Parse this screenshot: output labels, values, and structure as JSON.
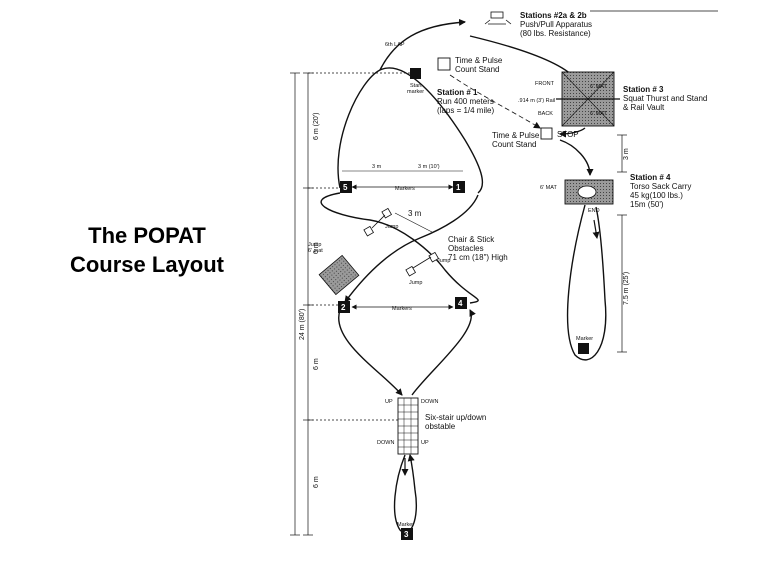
{
  "slide": {
    "title_line1": "The POPAT",
    "title_line2": "Course Layout"
  },
  "labels": {
    "lap": "6th LAP",
    "station2_title": "Stations #2a & 2b",
    "station2_line1": "Push/Pull Apparatus",
    "station2_line2": "(80 lbs. Resistance)",
    "time_pulse_top_1": "Time & Pulse",
    "time_pulse_top_2": "Count Stand",
    "start_marker_1": "Start",
    "start_marker_2": "marker",
    "station1_title": "Station # 1",
    "station1_line1": "Run 400 meters",
    "station1_line2": "(laps = 1/4 mile)",
    "front": "FRONT",
    "back": "BACK",
    "rail": ".914 m (3') Rail",
    "mat": "6' MAT",
    "station3_title": "Station # 3",
    "station3_line1": "Squat Thurst and Stand",
    "station3_line2": "& Rail Vault",
    "time_pulse_mid_1": "Time & Pulse",
    "time_pulse_mid_2": "Count Stand",
    "stop": "STOP",
    "station4_title": "Station # 4",
    "station4_line1": "Torso Sack Carry",
    "station4_line2": "45 kg(100 lbs.)",
    "station4_line3": "15m (50')",
    "end": "END",
    "markers_top": "Markers",
    "markers_mid": "Markers",
    "dim_3m_left": "3 m",
    "dim_3m_right": "3 m (10')",
    "dim_3m_diag": "3 m",
    "jump1": "Jump",
    "jump2": "Jump",
    "jump3": "Jump",
    "jump_mat_1": "Jump",
    "jump_mat_2": "6' mat",
    "chair_1": "Chair & Stick",
    "chair_2": "Obstacles",
    "chair_3": "71 cm (18\") High",
    "up_left": "UP",
    "down_right": "DOWN",
    "down_left": "DOWN",
    "up_right": "UP",
    "stair_1": "Six-stair up/down",
    "stair_2": "obstable",
    "marker_bottom": "Marker",
    "marker_right": "Marker",
    "dim_20": "6 m (20')",
    "dim_6a": "6 m",
    "dim_80": "24 m (80')",
    "dim_6b": "6 m",
    "dim_6c": "6 m",
    "dim_3m_vert": "3 m",
    "dim_25": "7.5 m (25')"
  },
  "markers": {
    "m1": "1",
    "m2": "2",
    "m3": "3",
    "m4": "4",
    "m5": "5"
  }
}
